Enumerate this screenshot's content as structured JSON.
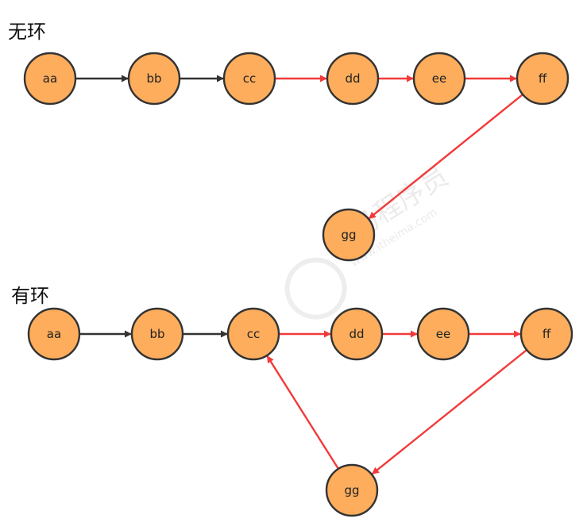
{
  "colors": {
    "node_fill": "#fdad5c",
    "node_stroke": "#333333",
    "edge_normal": "#333333",
    "edge_cycle": "#f23a3a"
  },
  "diagrams": [
    {
      "id": "acyclic",
      "title": "无环",
      "nodes": [
        "aa",
        "bb",
        "cc",
        "dd",
        "ee",
        "ff",
        "gg"
      ],
      "edges": [
        {
          "from": "aa",
          "to": "bb",
          "color": "normal"
        },
        {
          "from": "bb",
          "to": "cc",
          "color": "normal"
        },
        {
          "from": "cc",
          "to": "dd",
          "color": "cycle"
        },
        {
          "from": "dd",
          "to": "ee",
          "color": "cycle"
        },
        {
          "from": "ee",
          "to": "ff",
          "color": "cycle"
        },
        {
          "from": "ff",
          "to": "gg",
          "color": "cycle"
        }
      ]
    },
    {
      "id": "cyclic",
      "title": "有环",
      "nodes": [
        "aa",
        "bb",
        "cc",
        "dd",
        "ee",
        "ff",
        "gg"
      ],
      "edges": [
        {
          "from": "aa",
          "to": "bb",
          "color": "normal"
        },
        {
          "from": "bb",
          "to": "cc",
          "color": "normal"
        },
        {
          "from": "cc",
          "to": "dd",
          "color": "cycle"
        },
        {
          "from": "dd",
          "to": "ee",
          "color": "cycle"
        },
        {
          "from": "ee",
          "to": "ff",
          "color": "cycle"
        },
        {
          "from": "ff",
          "to": "gg",
          "color": "cycle"
        },
        {
          "from": "gg",
          "to": "cc",
          "color": "cycle"
        }
      ]
    }
  ],
  "watermark": {
    "text_cn": "黑马程序员",
    "text_url": "www.itheima.com"
  }
}
